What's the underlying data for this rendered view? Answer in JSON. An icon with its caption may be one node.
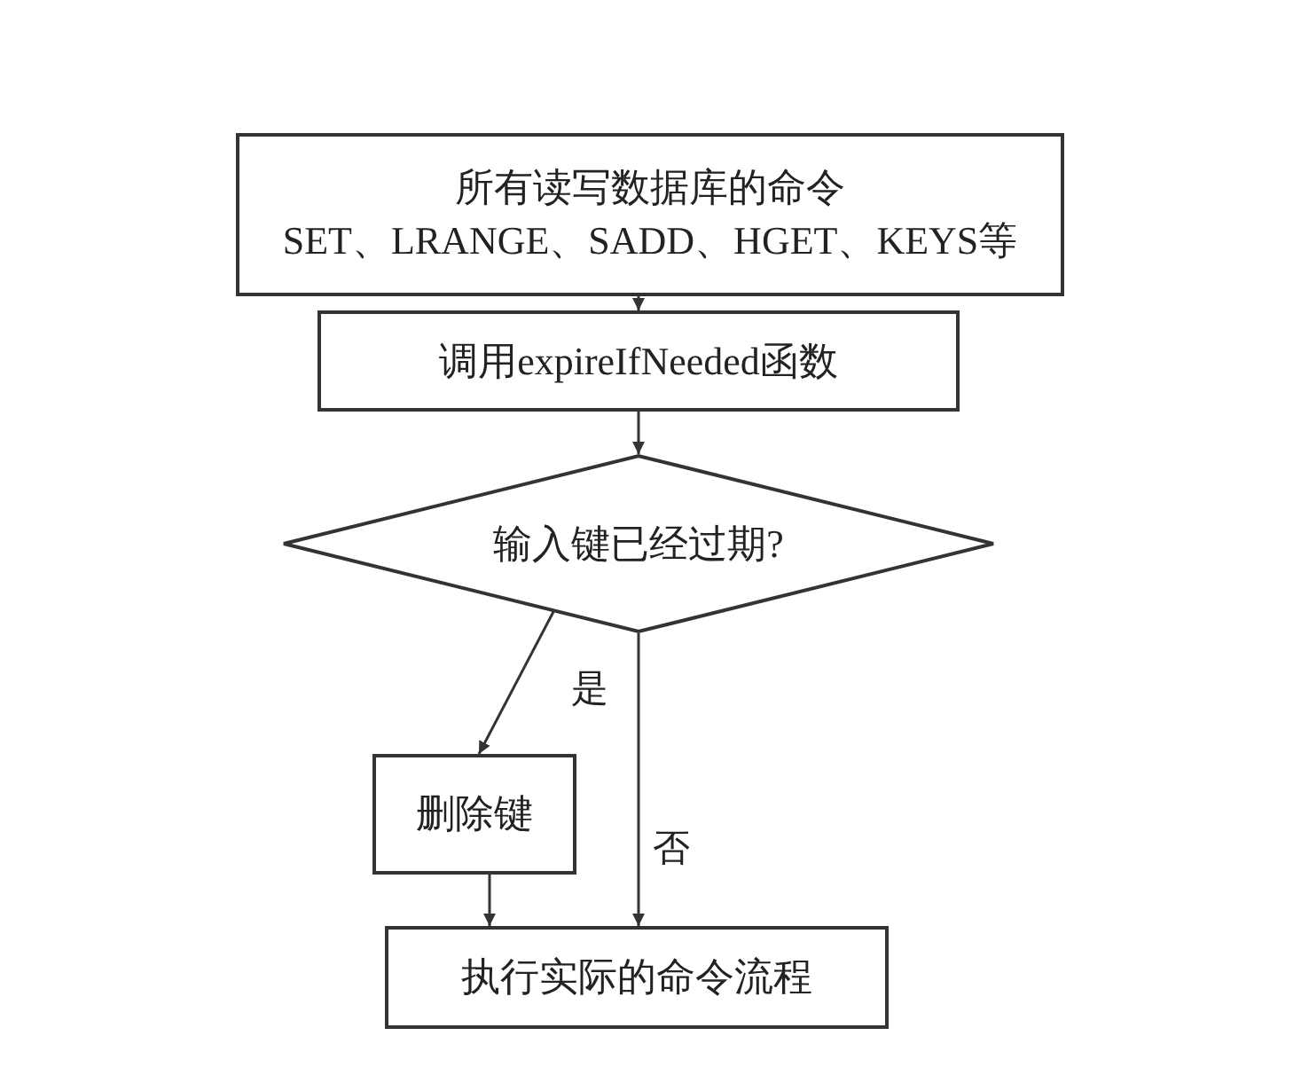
{
  "diagram": {
    "nodes": [
      {
        "text": [
          "所有读写数据库的命令",
          "SET、LRANGE、SADD、HGET、KEYS等"
        ]
      },
      {
        "text": [
          "调用expireIfNeeded函数"
        ]
      },
      {
        "text": [
          "输入键已经过期?"
        ]
      },
      {
        "text": [
          "删除键"
        ]
      },
      {
        "text": [
          "执行实际的命令流程"
        ]
      }
    ],
    "edges": [
      {
        "from": 0,
        "to": 1,
        "arrow": "to"
      },
      {
        "from": 1,
        "to": 2,
        "arrow": "to"
      },
      {
        "from": 2,
        "to": 3,
        "arrow": "to",
        "label": "是"
      },
      {
        "from": 2,
        "to": 4,
        "arrow": "to",
        "label": "否"
      },
      {
        "from": 3,
        "to": 4,
        "arrow": "to"
      }
    ]
  }
}
